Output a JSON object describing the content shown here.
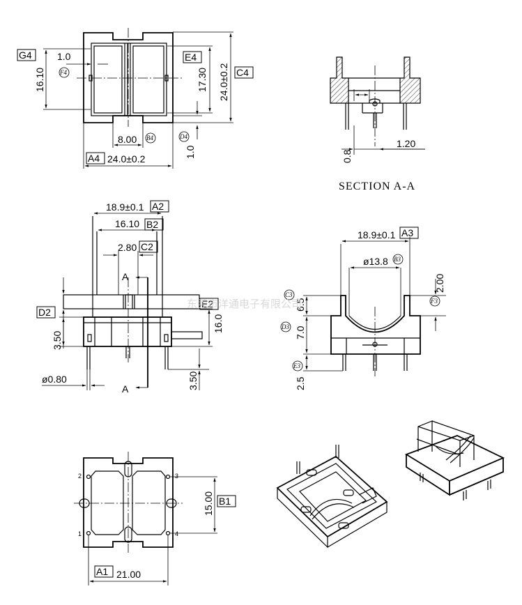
{
  "watermark": "东莞市洋通电子有限公司",
  "section_title": "SECTION A-A",
  "top_view": {
    "tag_g4": "G4",
    "dim_1_0": "1.0",
    "bubble_f4": "F4",
    "tag_e4": "E4",
    "dim_17_30": "17.30",
    "dim_16_10": "16.10",
    "dim_24_right": "24.0±0.2",
    "tag_c4": "C4",
    "dim_8_00": "8.00",
    "bubble_b4": "B4",
    "bubble_d4": "D4",
    "dim_1_0_b": "1.0",
    "tag_a4": "A4",
    "dim_24_bottom": "24.0±0.2"
  },
  "section_view": {
    "dim_0_8": "0.8",
    "dim_1_20": "1.20"
  },
  "front_view": {
    "dim_18_9": "18.9±0.1",
    "tag_a2": "A2",
    "dim_16_10": "16.10",
    "tag_b2": "B2",
    "dim_2_80": "2.80",
    "tag_c2": "C2",
    "label_a_top": "A",
    "label_a_bottom": "A",
    "tag_d2": "D2",
    "tag_e2": "E2",
    "dim_3_50_left": "3.50",
    "dim_16_0": "16.0",
    "dim_3_50_right": "3.50",
    "dim_dia": "ø0.80"
  },
  "side_view": {
    "dim_18_9": "18.9±0.1",
    "tag_a3": "A3",
    "dim_13_8": "ø13.8",
    "bubble_b3": "B3",
    "dim_2_00": "2.00",
    "bubble_f3": "F3",
    "bubble_c3": "C3",
    "dim_6_5": "6.5",
    "bubble_d3": "D3",
    "dim_7_0": "7.0",
    "bubble_e3": "E3",
    "dim_2_5": "2.5"
  },
  "bottom_view": {
    "pin_1": "1",
    "pin_2": "2",
    "pin_3": "3",
    "pin_4": "4",
    "dim_15_00": "15.00",
    "tag_b1": "B1",
    "tag_a1": "A1",
    "dim_21_00": "21.00"
  }
}
